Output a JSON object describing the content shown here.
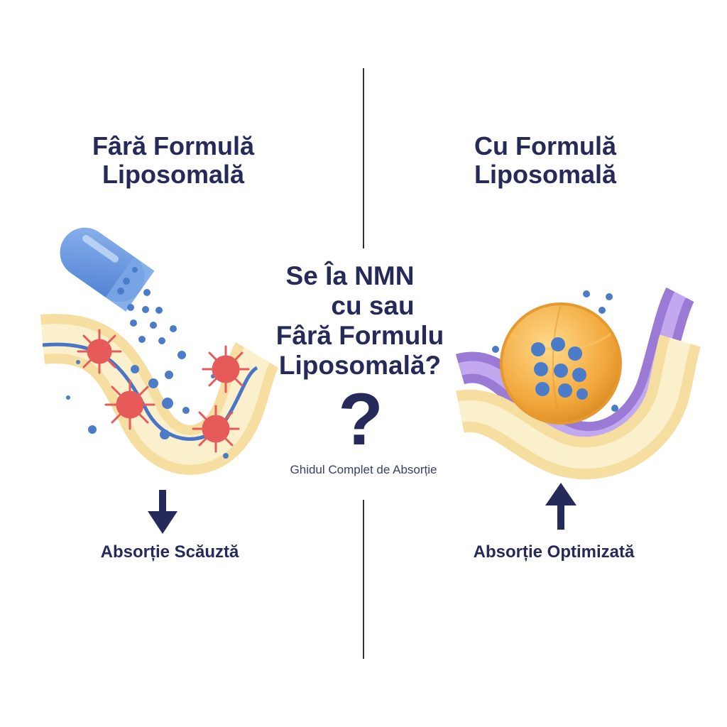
{
  "left_panel": {
    "title_line1": "Fâră Formulă",
    "title_line2": "Liposomală",
    "caption": "Absorție Scăuztă"
  },
  "right_panel": {
    "title_line1": "Cu Formulă",
    "title_line2": "Liposomală",
    "caption": "Absorție Optimizată"
  },
  "center": {
    "title_lines": [
      "Se Îa NMN",
      "cu sau",
      "Fâră Formulu",
      "Liposomală?"
    ],
    "question_mark": "?",
    "subtitle": "Ghidul Complet de Absorție"
  },
  "colors": {
    "navy": "#262a5a",
    "capsule_blue": "#5b8fd8",
    "dot_blue": "#4a7cc9",
    "membrane_cream": "#f7e3a8",
    "enzyme_red": "#e65a5a",
    "liposome_orange": "#f0a53a",
    "membrane_purple": "#9b7ad6"
  }
}
